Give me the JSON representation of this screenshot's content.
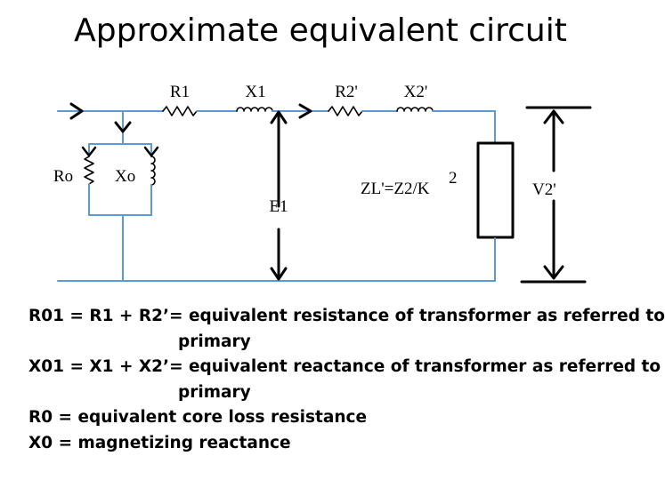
{
  "title": "Approximate equivalent circuit",
  "colors": {
    "wire": "#5b9bd5",
    "ink": "#000000",
    "background": "#ffffff"
  },
  "circuit": {
    "labels": {
      "r1": "R1",
      "x1": "X1",
      "r2p": "R2'",
      "x2p": "X2'",
      "ro": "Ro",
      "xo": "Xo",
      "e1": "E1",
      "zl": "ZL'=Z2/K",
      "zl_exp": "2",
      "v2p": "V2'"
    }
  },
  "definitions": [
    {
      "main": "R01 = R1 + R2’= equivalent resistance of transformer as referred to",
      "cont": "primary"
    },
    {
      "main": "X01 = X1 + X2’= equivalent reactance of transformer as referred to",
      "cont": "primary"
    },
    {
      "main": "R0 = equivalent core loss  resistance",
      "cont": ""
    },
    {
      "main": "X0 = magnetizing reactance",
      "cont": ""
    }
  ]
}
